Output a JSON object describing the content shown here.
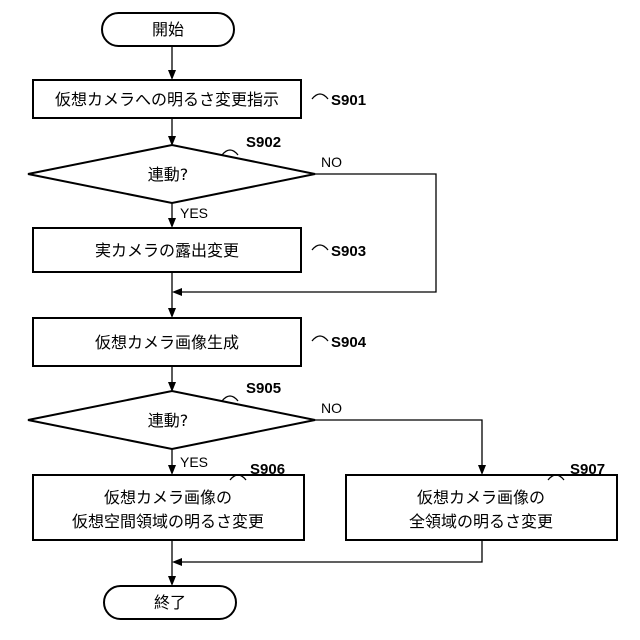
{
  "start": "開始",
  "end": "終了",
  "steps": {
    "s901": {
      "id": "S901",
      "text": "仮想カメラへの明るさ変更指示"
    },
    "s902": {
      "id": "S902",
      "text": "連動?"
    },
    "s903": {
      "id": "S903",
      "text": "実カメラの露出変更"
    },
    "s904": {
      "id": "S904",
      "text": "仮想カメラ画像生成"
    },
    "s905": {
      "id": "S905",
      "text": "連動?"
    },
    "s906": {
      "id": "S906",
      "line1": "仮想カメラ画像の",
      "line2": "仮想空間領域の明るさ変更"
    },
    "s907": {
      "id": "S907",
      "line1": "仮想カメラ画像の",
      "line2": "全領域の明るさ変更"
    }
  },
  "edges": {
    "yes": "YES",
    "no": "NO"
  }
}
